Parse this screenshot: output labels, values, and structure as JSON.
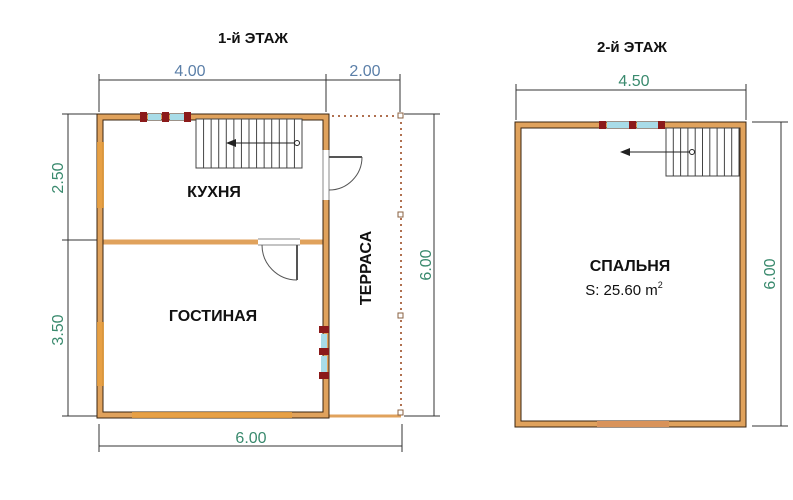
{
  "floor1": {
    "title": "1-й ЭТАЖ",
    "rooms": {
      "kitchen": "КУХНЯ",
      "living": "ГОСТИНАЯ",
      "terrace": "ТЕРРАСА"
    },
    "dims": {
      "top_main": "4.00",
      "top_terrace": "2.00",
      "bottom": "6.00",
      "left_upper": "2.50",
      "left_lower": "3.50",
      "right": "6.00"
    }
  },
  "floor2": {
    "title": "2-й ЭТАЖ",
    "room": "СПАЛЬНЯ",
    "area_label": "S: 25.60 m",
    "area_unit_sup": "2",
    "dims": {
      "top": "4.50",
      "right": "6.00"
    }
  },
  "colors": {
    "wall": "#e0a25c",
    "window": "#a8dce8",
    "window_frame": "#8b1a1a",
    "dim_blue": "#5b7fa8",
    "dim_teal": "#3a8a6e",
    "door": "#666666",
    "window_orange": "#d9935a"
  }
}
